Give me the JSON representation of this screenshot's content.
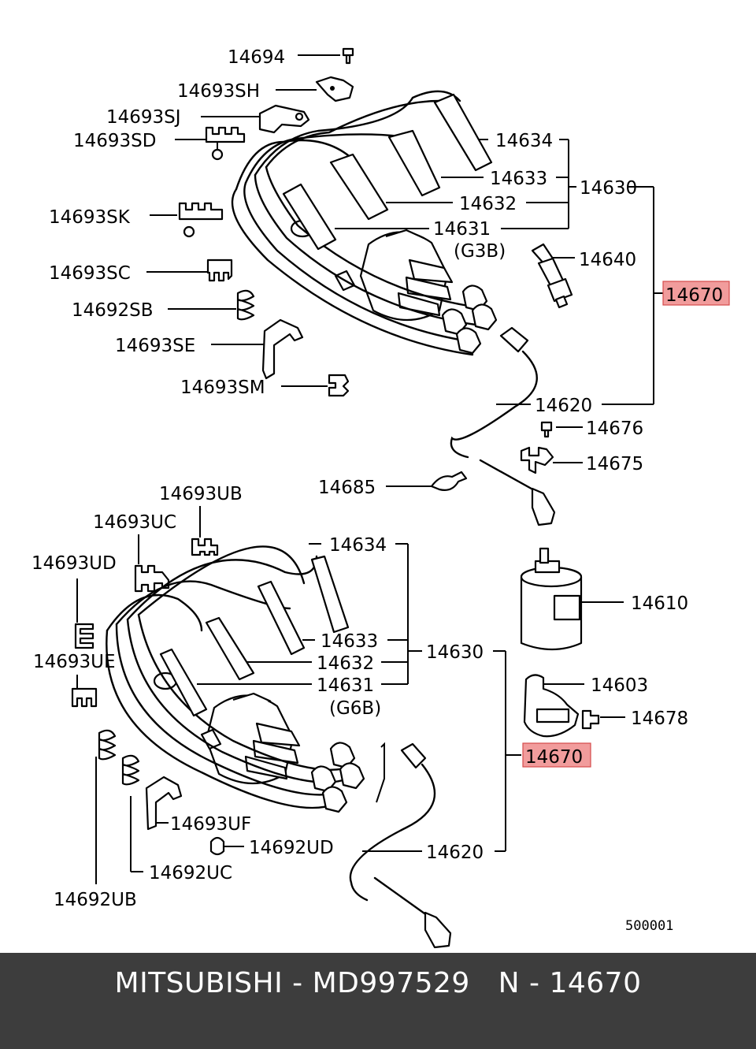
{
  "diagram": {
    "upper_labels": {
      "p14694": "14694",
      "p14693SH": "14693SH",
      "p14693SJ": "14693SJ",
      "p14693SD": "14693SD",
      "p14693SK": "14693SK",
      "p14693SC": "14693SC",
      "p14692SB": "14692SB",
      "p14693SE": "14693SE",
      "p14693SM": "14693SM",
      "p14634": "14634",
      "p14633": "14633",
      "p14632": "14632",
      "p14631": "14631",
      "g3b": "(G3B)",
      "p14630": "14630",
      "p14640": "14640",
      "p14670": "14670",
      "p14620": "14620",
      "p14676": "14676",
      "p14675": "14675",
      "p14685": "14685"
    },
    "lower_labels": {
      "p14693UB": "14693UB",
      "p14693UC": "14693UC",
      "p14693UD": "14693UD",
      "p14693UE": "14693UE",
      "p14634": "14634",
      "p14633": "14633",
      "p14632": "14632",
      "p14631": "14631",
      "g6b": "(G6B)",
      "p14630": "14630",
      "p14610": "14610",
      "p14603": "14603",
      "p14678": "14678",
      "p14670": "14670",
      "p14693UF": "14693UF",
      "p14692UD": "14692UD",
      "p14692UC": "14692UC",
      "p14620": "14620",
      "p14692UB": "14692UB"
    },
    "ref_code": "500001",
    "highlight_color": "#f19c9c"
  },
  "footer": {
    "text": "MITSUBISHI - MD997529   N - 14670",
    "background": "#3d3d3d"
  }
}
